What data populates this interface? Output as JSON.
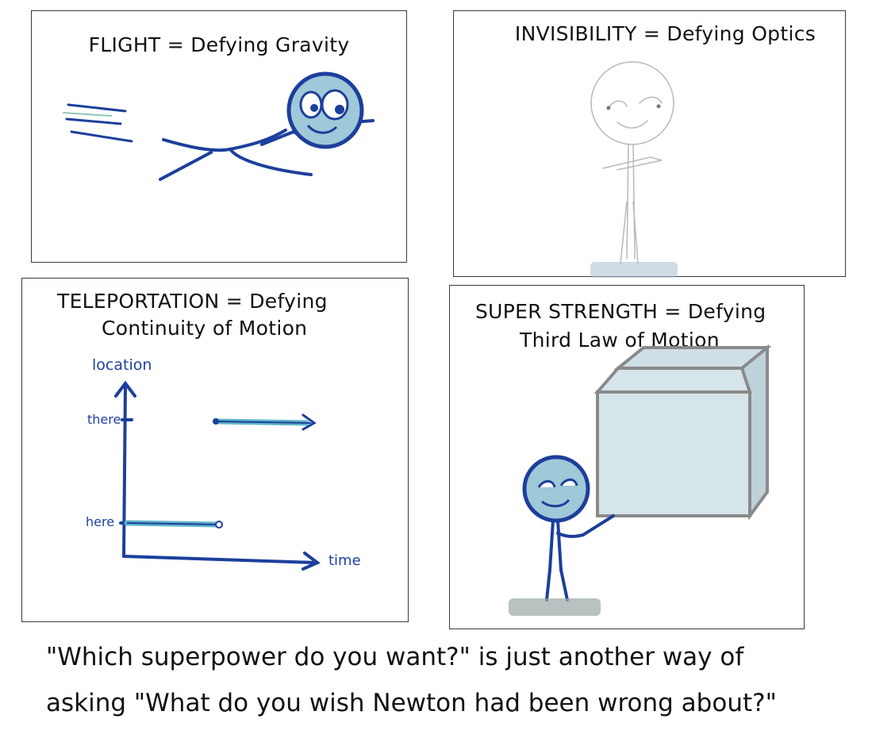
{
  "panels": {
    "flight": {
      "title": "FLIGHT = Defying Gravity"
    },
    "invisibility": {
      "title": "INVISIBILITY = Defying Optics"
    },
    "teleportation": {
      "title_line1": "TELEPORTATION = Defying",
      "title_line2": "Continuity of Motion",
      "y_axis_label": "location",
      "x_axis_label": "time",
      "tick_there": "there",
      "tick_here": "here"
    },
    "strength": {
      "title_line1": "SUPER STRENGTH = Defying",
      "title_line2": "Third Law of Motion"
    }
  },
  "caption": {
    "line1": "\"Which superpower do you want?\" is just another way of",
    "line2": "asking \"What do you wish Newton had been wrong about?\""
  },
  "colors": {
    "ink_blue": "#1c3f9c",
    "teal": "#5fb6c8",
    "gray": "#8a8a8a"
  }
}
